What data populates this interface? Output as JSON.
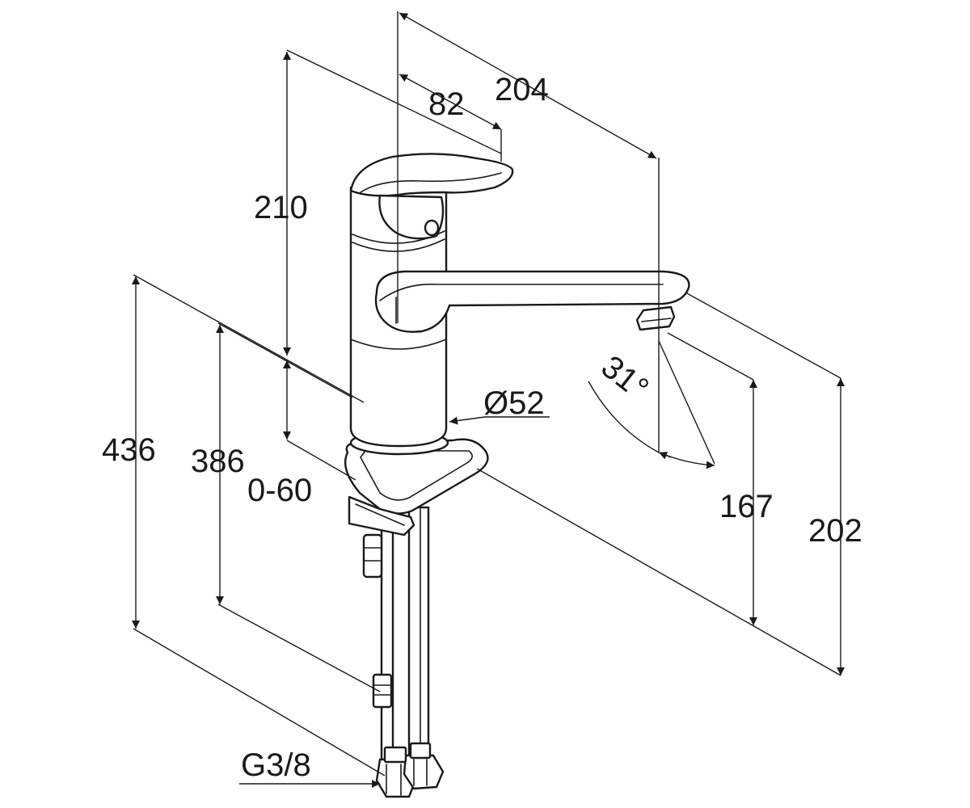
{
  "dimensions": {
    "total_height": "436",
    "height_under_counter": "386",
    "counter_thickness": "0-60",
    "body_height": "210",
    "spout_reach": "204",
    "lever_depth": "82",
    "base_diameter": "Ø52",
    "swivel_angle": "31°",
    "spout_outlet_height": "167",
    "spout_top_height": "202",
    "connection_thread": "G3/8"
  },
  "colors": {
    "line": "#1a1a1a",
    "background": "#ffffff"
  }
}
